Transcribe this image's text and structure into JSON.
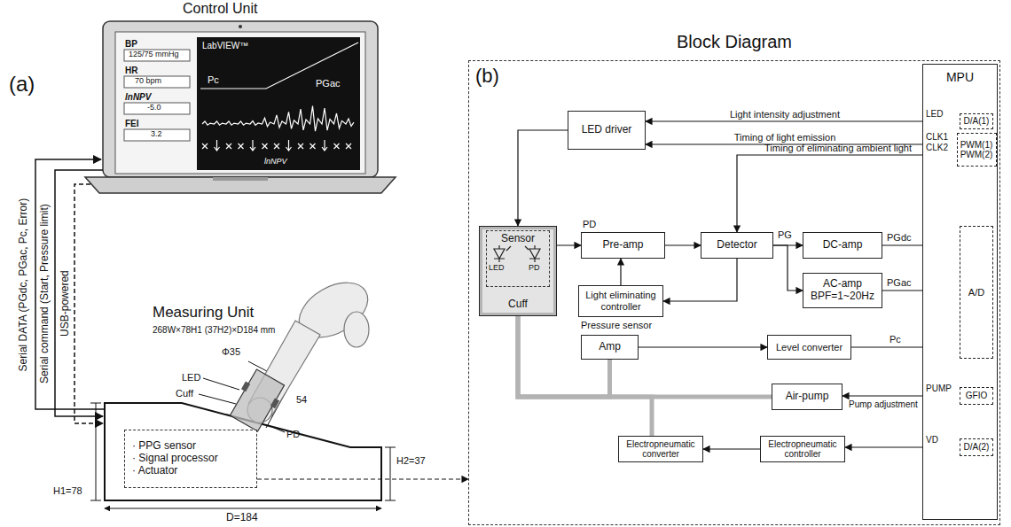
{
  "diagram": {
    "nodes": [
      {
        "text": [
          "Block Diagram"
        ]
      },
      {
        "text": [
          "LED driver"
        ],
        "in": 0
      },
      {
        "text": [
          "Cuff"
        ],
        "in": 0
      },
      {
        "text": [
          "Sensor"
        ],
        "in": 2
      },
      {
        "text": [
          "Pre-amp"
        ],
        "in": 0
      },
      {
        "text": [
          "Detector"
        ],
        "in": 0
      },
      {
        "text": [
          "Light eliminating controller"
        ],
        "in": 0
      },
      {
        "text": [
          "DC-amp"
        ],
        "in": 0
      },
      {
        "text": [
          "AC-amp",
          "BPF=1~20Hz"
        ],
        "in": 0
      },
      {
        "text": [
          "Amp"
        ],
        "in": 0
      },
      {
        "text": [
          "Level converter"
        ],
        "in": 0
      },
      {
        "text": [
          "Air-pump"
        ],
        "in": 0
      },
      {
        "text": [
          "Electropneumatic converter"
        ],
        "in": 0
      },
      {
        "text": [
          "Electropneumatic controller"
        ],
        "in": 0
      },
      {
        "text": [
          "MPU"
        ],
        "in": 0
      },
      {
        "text": [
          "D/A(1)"
        ],
        "in": 14
      },
      {
        "text": [
          "PWM(1)",
          "PWM(2)"
        ],
        "in": 14
      },
      {
        "text": [
          "A/D"
        ],
        "in": 14
      },
      {
        "text": [
          "GFIO"
        ],
        "in": 14
      },
      {
        "text": [
          "D/A(2)"
        ],
        "in": 14
      },
      {
        "text": [
          "· PPG sensor",
          "· Signal processor",
          "· Actuator"
        ]
      }
    ],
    "edges": [
      {
        "from": 15,
        "to": 1,
        "arrow": "to",
        "label": "Light intensity adjustment"
      },
      {
        "from": 16,
        "to": 1,
        "arrow": "to",
        "label": "Timing of light emission"
      },
      {
        "from": 16,
        "to": 5,
        "arrow": "to",
        "label": "Timing of eliminating ambient light"
      },
      {
        "from": 1,
        "to": 2,
        "arrow": "to"
      },
      {
        "from": 3,
        "to": 4,
        "arrow": "to"
      },
      {
        "from": 4,
        "to": 5,
        "arrow": "to"
      },
      {
        "from": 5,
        "to": 6,
        "arrow": "to"
      },
      {
        "from": 6,
        "to": 4,
        "arrow": "to"
      },
      {
        "from": 5,
        "to": 7,
        "arrow": "to"
      },
      {
        "from": 5,
        "to": 8,
        "arrow": "to"
      },
      {
        "from": 7,
        "to": 17,
        "arrow": "to"
      },
      {
        "from": 8,
        "to": 17,
        "arrow": "to"
      },
      {
        "from": 9,
        "to": 10,
        "arrow": "to"
      },
      {
        "from": 10,
        "to": 17,
        "arrow": "to"
      },
      {
        "from": 2,
        "to": 9,
        "arrow": "none"
      },
      {
        "from": 2,
        "to": 11,
        "arrow": "none"
      },
      {
        "from": 2,
        "to": 12,
        "arrow": "none"
      },
      {
        "from": 18,
        "to": 11,
        "arrow": "to",
        "label": "Pump adjustment"
      },
      {
        "from": 19,
        "to": 13,
        "arrow": "to"
      },
      {
        "from": 13,
        "to": 12,
        "arrow": "to"
      },
      {
        "from": 20,
        "to": 0,
        "arrow": "to"
      }
    ],
    "labels": [
      "(a)",
      "(b)",
      "Control Unit",
      "BP",
      "125/75 mmHg",
      "HR",
      "70 bpm",
      "lnNPV",
      "-5.0",
      "FEI",
      "3.2",
      "LabVIEW™",
      "Pc",
      "PGac",
      "lnNPV",
      "Serial DATA (PGdc, PGac, Pc, Error)",
      "Serial command (Start, Pressure limit)",
      "USB-powered",
      "Measuring Unit",
      "268W×78H1 (37H2)×D184 mm",
      "LED",
      "Cuff",
      "Φ35",
      "54",
      "PD",
      "H1=78",
      "H2=37",
      "D=184",
      "LED",
      "PD",
      "PD",
      "Pressure sensor",
      "PG",
      "PGdc",
      "PGac",
      "Pc",
      "LED",
      "CLK1",
      "CLK2",
      "PUMP",
      "VD"
    ]
  }
}
